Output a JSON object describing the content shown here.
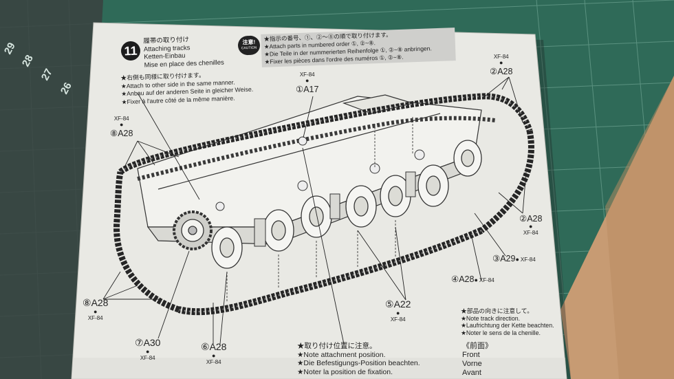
{
  "step": {
    "number": "11",
    "title": [
      "履帯の取り付け",
      "Attaching tracks",
      "Ketten-Einbau",
      "Mise en place des chenilles"
    ]
  },
  "caution": {
    "badge": [
      "注意!",
      "CAUTION"
    ],
    "lines": [
      "★指示の番号、①、②～⑧の順で取り付けます。",
      "★Attach parts in numbered order ①, ②~⑧.",
      "★Die Teile in der nummerierten Reihenfolge ①, ②~⑧ anbringen.",
      "★Fixer les pièces dans l'ordre des numéros ①, ②~⑧."
    ]
  },
  "other_side_note": [
    "★右側も同様に取り付けます。",
    "★Attach to other side in the same manner.",
    "★Anbau auf der anderen Seite in gleicher Weise.",
    "★Fixer à l'autre côté de la même manière."
  ],
  "attach_note": [
    "★取り付け位置に注意。",
    "★Note attachment position.",
    "★Die Befestigungs-Position beachten.",
    "★Noter la position de fixation."
  ],
  "direction_note": [
    "★部品の向きに注意して。",
    "★Note track direction.",
    "★Laufrichtung der Kette beachten.",
    "★Noter le sens de la chenille."
  ],
  "front": [
    "《前面》",
    "Front",
    "Vorne",
    "Avant"
  ],
  "labels": [
    {
      "num": "①",
      "part": "A17",
      "paint": "XF-84"
    },
    {
      "num": "②",
      "part": "A28",
      "paint": "XF-84"
    },
    {
      "num": "②",
      "part": "A28",
      "paint": "XF-84"
    },
    {
      "num": "③",
      "part": "A29",
      "paint": "XF-84"
    },
    {
      "num": "④",
      "part": "A28",
      "paint": "XF-84"
    },
    {
      "num": "⑤",
      "part": "A22",
      "paint": "XF-84"
    },
    {
      "num": "⑥",
      "part": "A28",
      "paint": "XF-84"
    },
    {
      "num": "⑦",
      "part": "A30",
      "paint": "XF-84"
    },
    {
      "num": "⑧",
      "part": "A28",
      "paint": "XF-84"
    },
    {
      "num": "⑧",
      "part": "A28",
      "paint": "XF-84"
    }
  ],
  "ruler_numbers": [
    "29",
    "28",
    "27",
    "26"
  ],
  "colors": {
    "mat": "#2f6a58",
    "paper": "#e9e9e4",
    "ink": "#222222",
    "desk": "#c9a07a"
  }
}
